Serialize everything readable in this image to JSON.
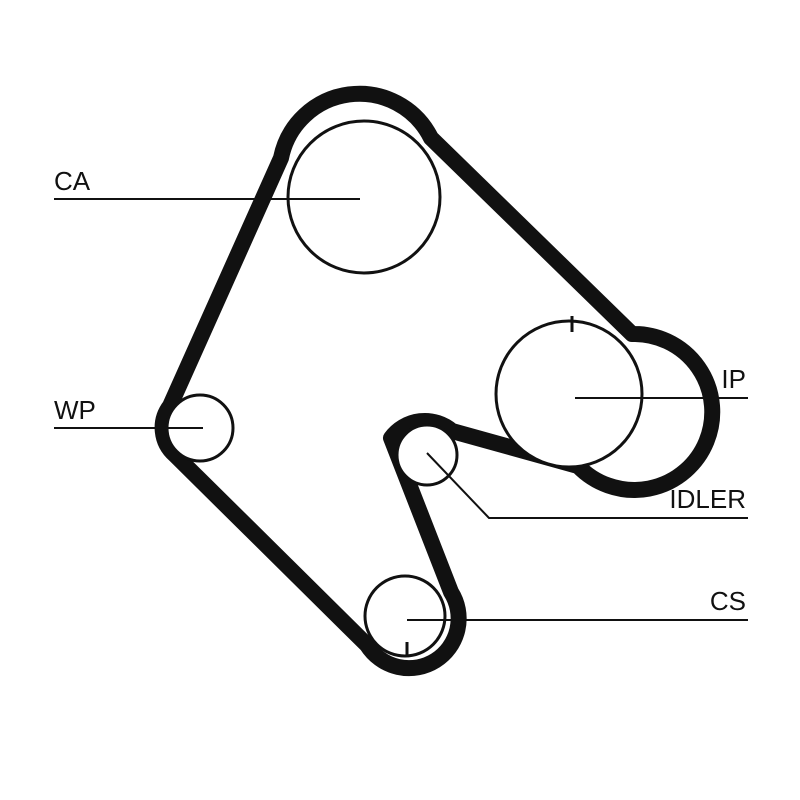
{
  "diagram": {
    "colors": {
      "belt": "#111111",
      "line": "#111111",
      "background": "#ffffff"
    },
    "labels": {
      "ca": "CA",
      "wp": "WP",
      "ip": "IP",
      "idler": "IDLER",
      "cs": "CS"
    }
  }
}
